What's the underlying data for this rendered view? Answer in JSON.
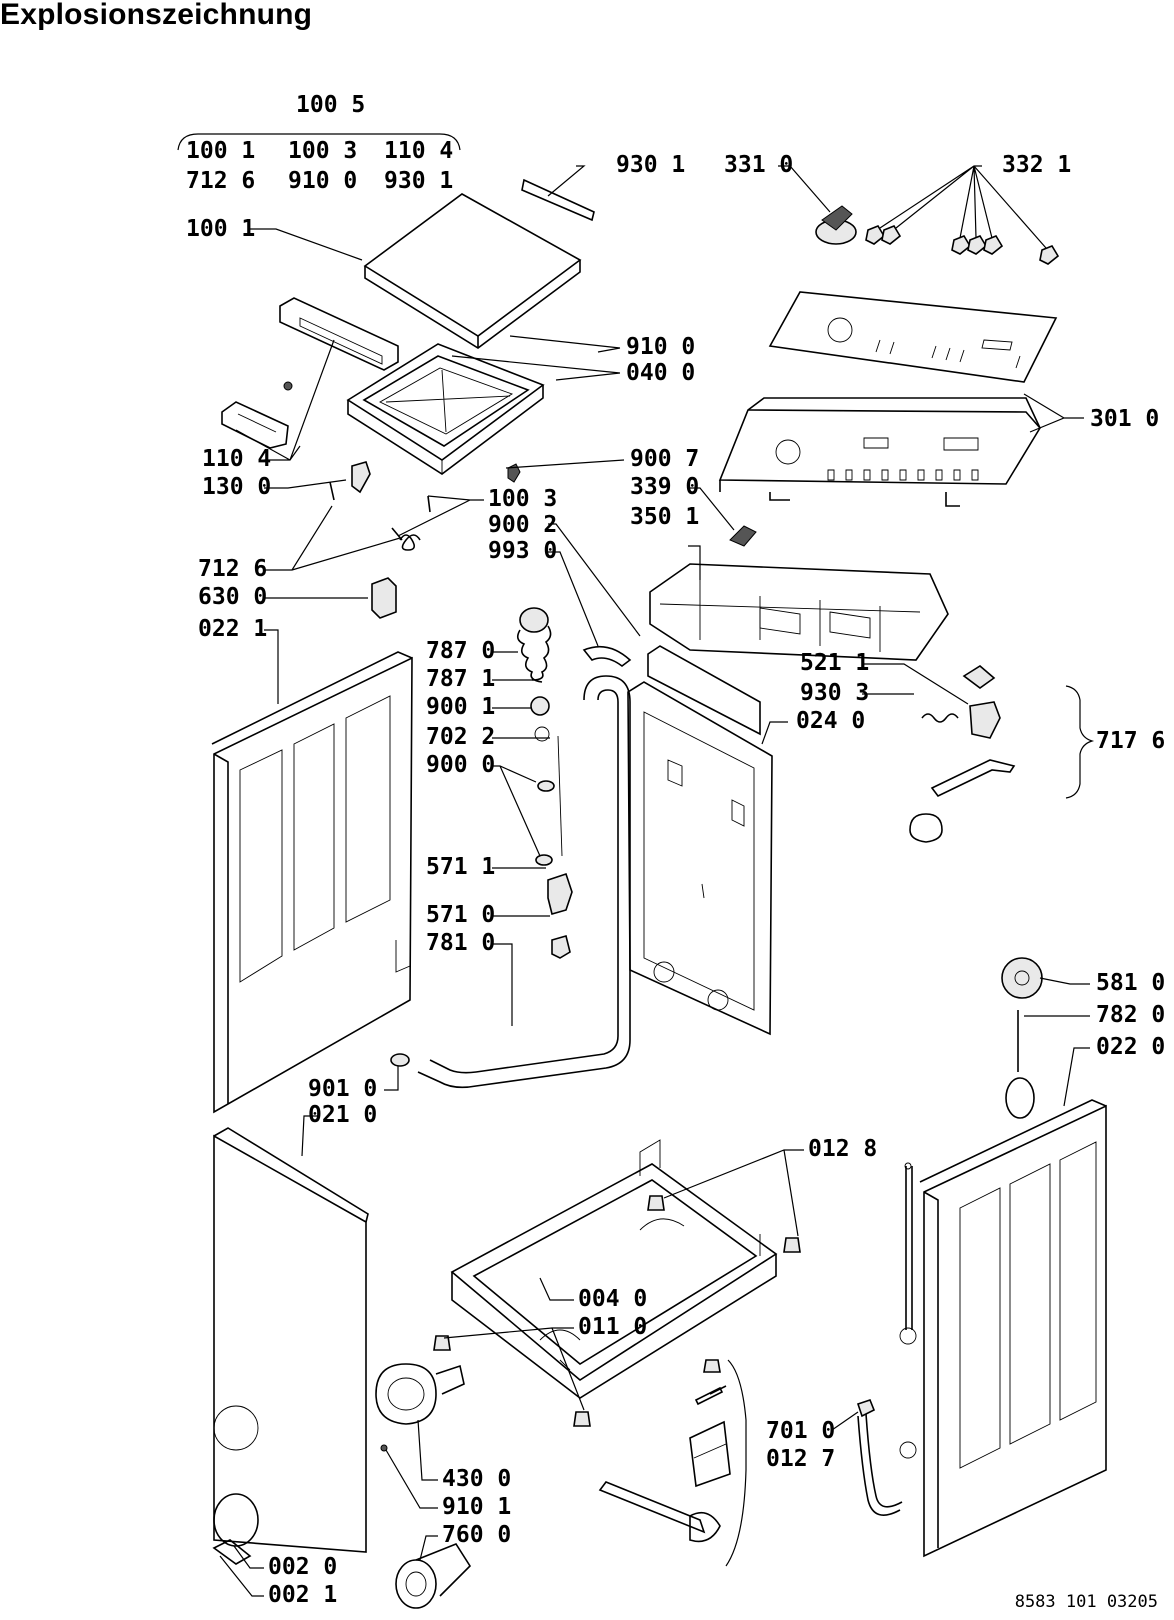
{
  "title": "Explosionszeichnung",
  "drawing_code": "8583 101 03205",
  "labels": [
    "100 5",
    "100 1",
    "100 3",
    "110 4",
    "712 6",
    "910 0",
    "930 1",
    "100 1",
    "930 1",
    "331 0",
    "332 1",
    "910 0",
    "040 0",
    "301 0",
    "110 4",
    "130 0",
    "100 3",
    "900 2",
    "993 0",
    "900 7",
    "339 0",
    "350 1",
    "712 6",
    "630 0",
    "022 1",
    "787 0",
    "787 1",
    "900 1",
    "702 2",
    "900 0",
    "521 1",
    "930 3",
    "024 0",
    "717 6",
    "571 1",
    "571 0",
    "781 0",
    "581 0",
    "782 0",
    "022 0",
    "901 0",
    "021 0",
    "012 8",
    "004 0",
    "011 0",
    "701 0",
    "012 7",
    "430 0",
    "910 1",
    "760 0",
    "002 0",
    "002 1"
  ]
}
